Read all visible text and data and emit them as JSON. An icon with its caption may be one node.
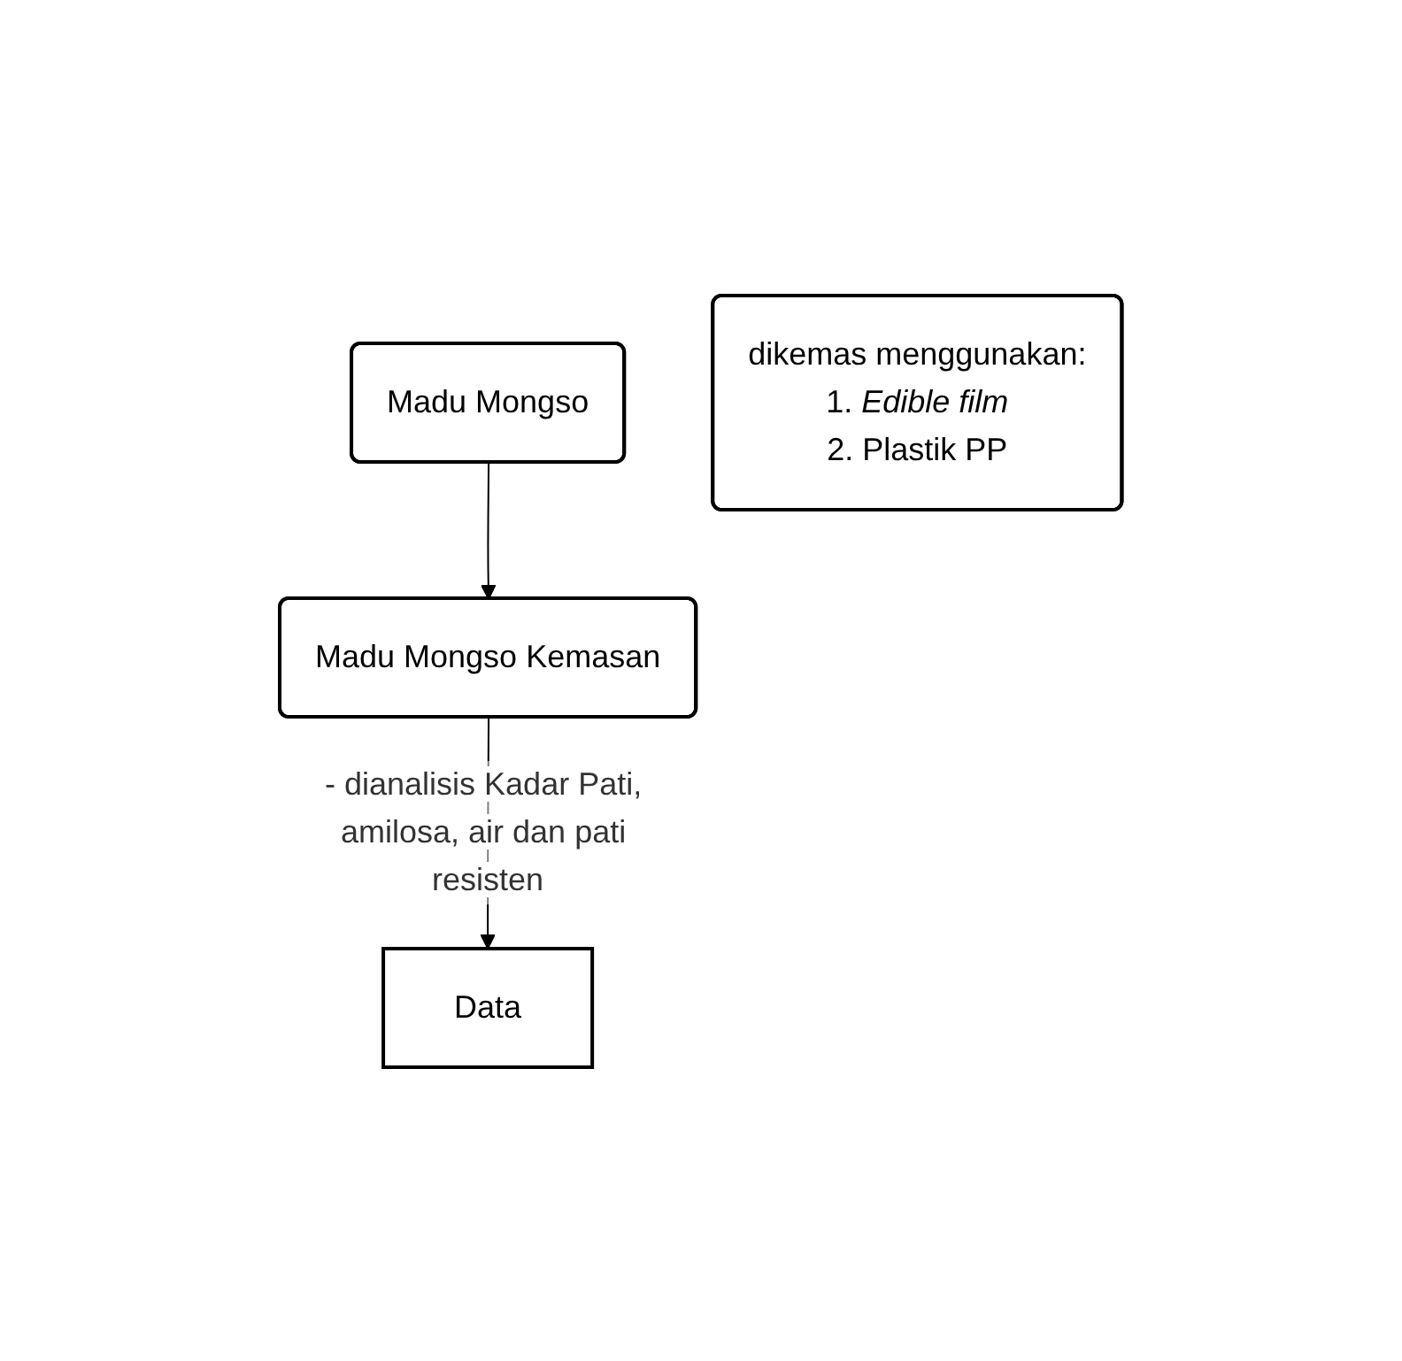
{
  "diagram": {
    "nodes": [
      {
        "text": [
          "Madu Mongso"
        ]
      },
      {
        "text": [
          "dikemas menggunakan:",
          "1. *Edible film*",
          "2. Plastik PP"
        ]
      },
      {
        "text": [
          "Madu Mongso Kemasan"
        ]
      },
      {
        "text": [
          "Data"
        ]
      }
    ],
    "edges": [
      {
        "from": 0,
        "to": 2,
        "arrow": "to"
      },
      {
        "from": 2,
        "to": 3,
        "arrow": "to",
        "label": "- dianalisis Kadar Pati, amilosa, air dan pati resisten"
      }
    ]
  }
}
